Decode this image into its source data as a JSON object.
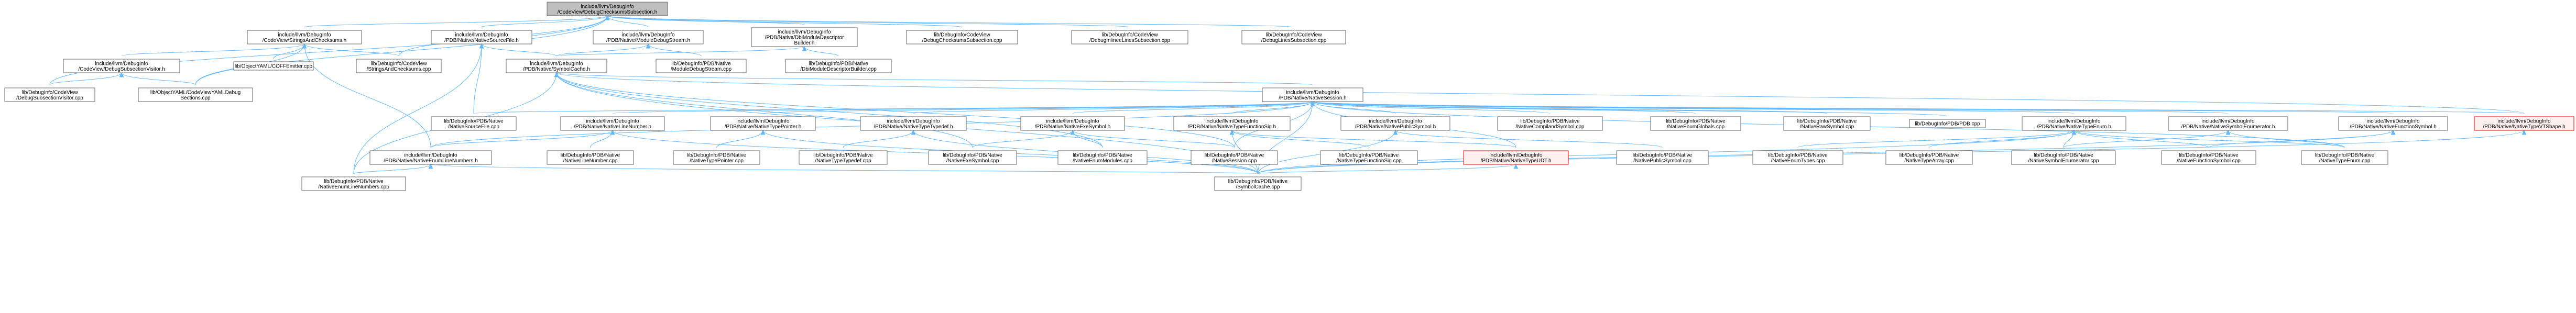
{
  "colors": {
    "edge": "#63b8ff",
    "node_border": "#666666",
    "root_fill": "#bfbfbf",
    "highlight_border": "#ff0000",
    "background": "#ffffff"
  },
  "nodes": [
    {
      "id": "root",
      "lines": [
        "include/llvm/DebugInfo",
        "/CodeView/DebugChecksumsSubsection.h"
      ],
      "style": "root"
    },
    {
      "id": "strtab",
      "lines": [
        "include/llvm/DebugInfo",
        "/CodeView/StringsAndChecksums.h"
      ]
    },
    {
      "id": "nsf_h",
      "lines": [
        "include/llvm/DebugInfo",
        "/PDB/Native/NativeSourceFile.h"
      ]
    },
    {
      "id": "mds_h",
      "lines": [
        "include/llvm/DebugInfo",
        "/PDB/Native/ModuleDebugStream.h"
      ]
    },
    {
      "id": "dbimdb_h",
      "lines": [
        "include/llvm/DebugInfo",
        "/PDB/Native/DbiModuleDescriptor",
        "Builder.h"
      ]
    },
    {
      "id": "dcs_cpp",
      "lines": [
        "lib/DebugInfo/CodeView",
        "/DebugChecksumsSubsection.cpp"
      ]
    },
    {
      "id": "dils_cpp",
      "lines": [
        "lib/DebugInfo/CodeView",
        "/DebugInlineeLinesSubsection.cpp"
      ]
    },
    {
      "id": "dls_cpp",
      "lines": [
        "lib/DebugInfo/CodeView",
        "/DebugLinesSubsection.cpp"
      ]
    },
    {
      "id": "dsv_h",
      "lines": [
        "include/llvm/DebugInfo",
        "/CodeView/DebugSubsectionVisitor.h"
      ]
    },
    {
      "id": "coffemit",
      "lines": [
        "lib/ObjectYAML/COFFEmitter.cpp"
      ]
    },
    {
      "id": "sac_cpp",
      "lines": [
        "lib/DebugInfo/CodeView",
        "/StringsAndChecksums.cpp"
      ]
    },
    {
      "id": "symcache_h",
      "lines": [
        "include/llvm/DebugInfo",
        "/PDB/Native/SymbolCache.h"
      ]
    },
    {
      "id": "mds_cpp",
      "lines": [
        "lib/DebugInfo/PDB/Native",
        "/ModuleDebugStream.cpp"
      ]
    },
    {
      "id": "dbimdb_cpp",
      "lines": [
        "lib/DebugInfo/PDB/Native",
        "/DbiModuleDescriptorBuilder.cpp"
      ]
    },
    {
      "id": "dsv_cpp",
      "lines": [
        "lib/DebugInfo/CodeView",
        "/DebugSubsectionVisitor.cpp"
      ]
    },
    {
      "id": "yaml_cpp",
      "lines": [
        "lib/ObjectYAML/CodeViewYAMLDebug",
        "Sections.cpp"
      ]
    },
    {
      "id": "session_h",
      "lines": [
        "include/llvm/DebugInfo",
        "/PDB/Native/NativeSession.h"
      ]
    },
    {
      "id": "nsf_cpp",
      "lines": [
        "lib/DebugInfo/PDB/Native",
        "/NativeSourceFile.cpp"
      ]
    },
    {
      "id": "nln_h",
      "lines": [
        "include/llvm/DebugInfo",
        "/PDB/Native/NativeLineNumber.h"
      ]
    },
    {
      "id": "ntp_h",
      "lines": [
        "include/llvm/DebugInfo",
        "/PDB/Native/NativeTypePointer.h"
      ]
    },
    {
      "id": "ntt_h",
      "lines": [
        "include/llvm/DebugInfo",
        "/PDB/Native/NativeTypeTypedef.h"
      ]
    },
    {
      "id": "nes_h",
      "lines": [
        "include/llvm/DebugInfo",
        "/PDB/Native/NativeExeSymbol.h"
      ]
    },
    {
      "id": "ntfs_h",
      "lines": [
        "include/llvm/DebugInfo",
        "/PDB/Native/NativeTypeFunctionSig.h"
      ]
    },
    {
      "id": "nps_h",
      "lines": [
        "include/llvm/DebugInfo",
        "/PDB/Native/NativePublicSymbol.h"
      ]
    },
    {
      "id": "ncs_cpp",
      "lines": [
        "lib/DebugInfo/PDB/Native",
        "/NativeCompilandSymbol.cpp"
      ]
    },
    {
      "id": "neg_cpp",
      "lines": [
        "lib/DebugInfo/PDB/Native",
        "/NativeEnumGlobals.cpp"
      ]
    },
    {
      "id": "nrs_cpp",
      "lines": [
        "lib/DebugInfo/PDB/Native",
        "/NativeRawSymbol.cpp"
      ]
    },
    {
      "id": "pdb_cpp",
      "lines": [
        "lib/DebugInfo/PDB/PDB.cpp"
      ]
    },
    {
      "id": "nte_h",
      "lines": [
        "include/llvm/DebugInfo",
        "/PDB/Native/NativeTypeEnum.h"
      ]
    },
    {
      "id": "nse_h",
      "lines": [
        "include/llvm/DebugInfo",
        "/PDB/Native/NativeSymbolEnumerator.h"
      ]
    },
    {
      "id": "nfs_h",
      "lines": [
        "include/llvm/DebugInfo",
        "/PDB/Native/NativeFunctionSymbol.h"
      ]
    },
    {
      "id": "ntvs_h",
      "lines": [
        "include/llvm/DebugInfo",
        "/PDB/Native/NativeTypeVTShape.h"
      ],
      "style": "red"
    },
    {
      "id": "neln_h",
      "lines": [
        "include/llvm/DebugInfo",
        "/PDB/Native/NativeEnumLineNumbers.h"
      ]
    },
    {
      "id": "nln_cpp",
      "lines": [
        "lib/DebugInfo/PDB/Native",
        "/NativeLineNumber.cpp"
      ]
    },
    {
      "id": "ntp_cpp",
      "lines": [
        "lib/DebugInfo/PDB/Native",
        "/NativeTypePointer.cpp"
      ]
    },
    {
      "id": "ntt_cpp",
      "lines": [
        "lib/DebugInfo/PDB/Native",
        "/NativeTypeTypedef.cpp"
      ]
    },
    {
      "id": "nes_cpp",
      "lines": [
        "lib/DebugInfo/PDB/Native",
        "/NativeExeSymbol.cpp"
      ]
    },
    {
      "id": "nem_cpp",
      "lines": [
        "lib/DebugInfo/PDB/Native",
        "/NativeEnumModules.cpp"
      ]
    },
    {
      "id": "session_cpp",
      "lines": [
        "lib/DebugInfo/PDB/Native",
        "/NativeSession.cpp"
      ]
    },
    {
      "id": "ntfs_cpp",
      "lines": [
        "lib/DebugInfo/PDB/Native",
        "/NativeTypeFunctionSig.cpp"
      ]
    },
    {
      "id": "ntudt_h",
      "lines": [
        "include/llvm/DebugInfo",
        "/PDB/Native/NativeTypeUDT.h"
      ],
      "style": "red"
    },
    {
      "id": "nps_cpp",
      "lines": [
        "lib/DebugInfo/PDB/Native",
        "/NativePublicSymbol.cpp"
      ]
    },
    {
      "id": "net_cpp",
      "lines": [
        "lib/DebugInfo/PDB/Native",
        "/NativeEnumTypes.cpp"
      ]
    },
    {
      "id": "nta_cpp",
      "lines": [
        "lib/DebugInfo/PDB/Native",
        "/NativeTypeArray.cpp"
      ]
    },
    {
      "id": "nse_cpp",
      "lines": [
        "lib/DebugInfo/PDB/Native",
        "/NativeSymbolEnumerator.cpp"
      ]
    },
    {
      "id": "nfs_cpp",
      "lines": [
        "lib/DebugInfo/PDB/Native",
        "/NativeFunctionSymbol.cpp"
      ]
    },
    {
      "id": "nte_cpp",
      "lines": [
        "lib/DebugInfo/PDB/Native",
        "/NativeTypeEnum.cpp"
      ]
    },
    {
      "id": "neln_cpp",
      "lines": [
        "lib/DebugInfo/PDB/Native",
        "/NativeEnumLineNumbers.cpp"
      ]
    },
    {
      "id": "symcache_cpp",
      "lines": [
        "lib/DebugInfo/PDB/Native",
        "/SymbolCache.cpp"
      ]
    }
  ],
  "edges": [
    [
      "root",
      "strtab"
    ],
    [
      "root",
      "nsf_h"
    ],
    [
      "root",
      "mds_h"
    ],
    [
      "root",
      "dbimdb_h"
    ],
    [
      "root",
      "dcs_cpp"
    ],
    [
      "root",
      "dils_cpp"
    ],
    [
      "root",
      "dls_cpp"
    ],
    [
      "root",
      "dsv_cpp"
    ],
    [
      "root",
      "yaml_cpp"
    ],
    [
      "root",
      "sac_cpp"
    ],
    [
      "strtab",
      "dsv_h"
    ],
    [
      "strtab",
      "coffemit"
    ],
    [
      "strtab",
      "sac_cpp"
    ],
    [
      "strtab",
      "yaml_cpp"
    ],
    [
      "strtab",
      "neln_h"
    ],
    [
      "dsv_h",
      "dsv_cpp"
    ],
    [
      "dsv_h",
      "yaml_cpp"
    ],
    [
      "nsf_h",
      "symcache_h"
    ],
    [
      "nsf_h",
      "nsf_cpp"
    ],
    [
      "nsf_h",
      "neln_cpp"
    ],
    [
      "mds_h",
      "mds_cpp"
    ],
    [
      "mds_h",
      "symcache_h"
    ],
    [
      "dbimdb_h",
      "dbimdb_cpp"
    ],
    [
      "dbimdb_h",
      "symcache_h"
    ],
    [
      "symcache_h",
      "session_h"
    ],
    [
      "symcache_h",
      "neln_cpp"
    ],
    [
      "symcache_h",
      "symcache_cpp"
    ],
    [
      "symcache_h",
      "nes_cpp"
    ],
    [
      "symcache_h",
      "nem_cpp"
    ],
    [
      "symcache_h",
      "session_cpp"
    ],
    [
      "symcache_h",
      "ntvs_h"
    ],
    [
      "session_h",
      "nsf_cpp"
    ],
    [
      "session_h",
      "nln_h"
    ],
    [
      "session_h",
      "ntp_h"
    ],
    [
      "session_h",
      "ntt_h"
    ],
    [
      "session_h",
      "nes_h"
    ],
    [
      "session_h",
      "ntfs_h"
    ],
    [
      "session_h",
      "nps_h"
    ],
    [
      "session_h",
      "ncs_cpp"
    ],
    [
      "session_h",
      "neg_cpp"
    ],
    [
      "session_h",
      "nrs_cpp"
    ],
    [
      "session_h",
      "pdb_cpp"
    ],
    [
      "session_h",
      "nte_h"
    ],
    [
      "session_h",
      "nse_h"
    ],
    [
      "session_h",
      "nfs_h"
    ],
    [
      "session_h",
      "ntvs_h"
    ],
    [
      "session_h",
      "session_cpp"
    ],
    [
      "session_h",
      "symcache_cpp"
    ],
    [
      "session_h",
      "neln_h"
    ],
    [
      "session_h",
      "ntudt_h"
    ],
    [
      "session_h",
      "nte_cpp"
    ],
    [
      "nln_h",
      "neln_h"
    ],
    [
      "nln_h",
      "nln_cpp"
    ],
    [
      "nln_h",
      "symcache_cpp"
    ],
    [
      "ntp_h",
      "ntp_cpp"
    ],
    [
      "ntp_h",
      "symcache_cpp"
    ],
    [
      "ntt_h",
      "ntt_cpp"
    ],
    [
      "ntt_h",
      "symcache_cpp"
    ],
    [
      "nes_h",
      "nes_cpp"
    ],
    [
      "nes_h",
      "nem_cpp"
    ],
    [
      "nes_h",
      "session_cpp"
    ],
    [
      "ntfs_h",
      "ntfs_cpp"
    ],
    [
      "ntfs_h",
      "ntudt_h"
    ],
    [
      "ntfs_h",
      "symcache_cpp"
    ],
    [
      "nps_h",
      "nps_cpp"
    ],
    [
      "nps_h",
      "symcache_cpp"
    ],
    [
      "nte_h",
      "net_cpp"
    ],
    [
      "nte_h",
      "nta_cpp"
    ],
    [
      "nte_h",
      "nse_cpp"
    ],
    [
      "nte_h",
      "nfs_cpp"
    ],
    [
      "nte_h",
      "nte_cpp"
    ],
    [
      "nte_h",
      "symcache_cpp"
    ],
    [
      "nse_h",
      "nse_cpp"
    ],
    [
      "nse_h",
      "nte_cpp"
    ],
    [
      "nfs_h",
      "nfs_cpp"
    ],
    [
      "nfs_h",
      "symcache_cpp"
    ],
    [
      "ntvs_h",
      "symcache_cpp"
    ],
    [
      "ntudt_h",
      "symcache_cpp"
    ],
    [
      "neln_h",
      "neln_cpp"
    ],
    [
      "neln_h",
      "symcache_cpp"
    ]
  ]
}
